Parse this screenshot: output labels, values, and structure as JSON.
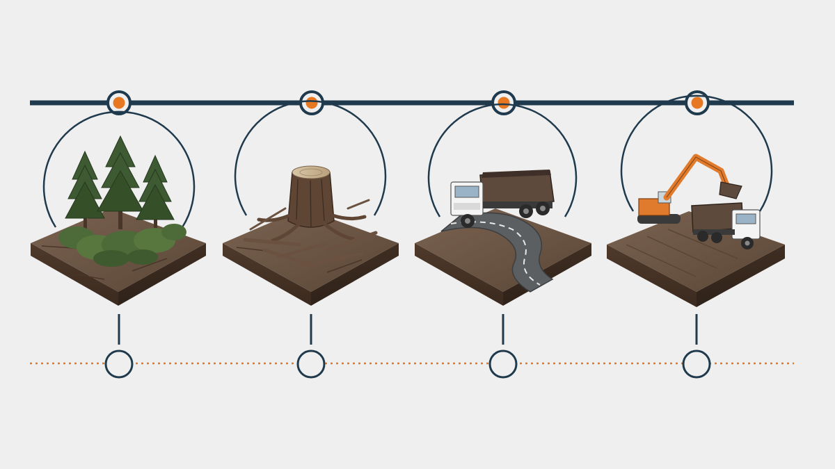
{
  "colors": {
    "background": "#efefef",
    "timeline": "#1f3a4d",
    "accent": "#e87722",
    "soil_top": "#6a5442",
    "soil_side": "#4a3628",
    "foliage": "#3d5a33",
    "foliage_light": "#58773f",
    "road": "#5c5f62",
    "truck_cab": "#f4f4f4",
    "excavator": "#e07a2c"
  },
  "timeline": {
    "style": "solid-line-with-orange-nodes",
    "node_count": 4
  },
  "bottom_track": {
    "style": "dotted-orange-line-with-empty-circles",
    "node_count": 4
  },
  "stages": [
    {
      "id": "stage-1",
      "illustration": "forest-with-pine-trees-and-shrubs"
    },
    {
      "id": "stage-2",
      "illustration": "tree-stump-with-scattered-branches"
    },
    {
      "id": "stage-3",
      "illustration": "dump-truck-on-winding-road"
    },
    {
      "id": "stage-4",
      "illustration": "excavator-loading-dump-truck"
    }
  ]
}
